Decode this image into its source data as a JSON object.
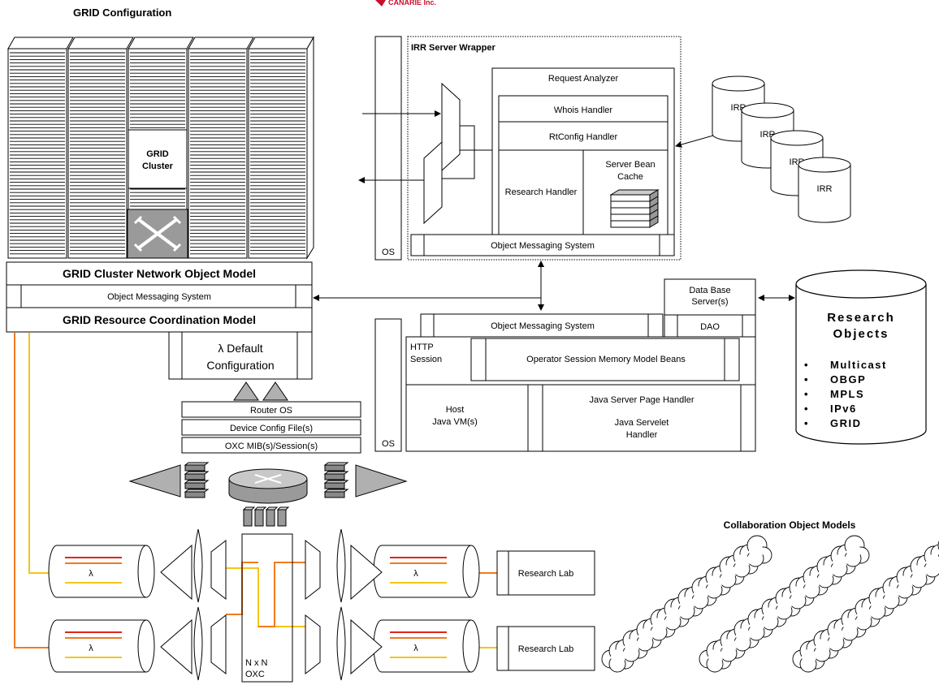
{
  "title": "GRID Configuration",
  "logo_text": "CANARIE Inc.",
  "grid_cluster": {
    "label_line1": "GRID",
    "label_line2": "Cluster",
    "network_object_model": "GRID Cluster Network Object Model",
    "object_messaging": "Object Messaging System",
    "resource_coordination": "GRID Resource Coordination Model",
    "default_config_line1": "λ  Default",
    "default_config_line2": "Configuration"
  },
  "router_stack": {
    "router_os": "Router OS",
    "device_config": "Device Config File(s)",
    "oxc_mib": "OXC MIB(s)/Session(s)"
  },
  "os_label": "OS",
  "irr_wrapper": {
    "title": "IRR Server Wrapper",
    "request_analyzer": "Request Analyzer",
    "whois": "Whois Handler",
    "rtconfig": "RtConfig Handler",
    "research_handler": "Research Handler",
    "server_bean_line1": "Server Bean",
    "server_bean_line2": "Cache",
    "object_messaging": "Object Messaging System"
  },
  "irr_databases": [
    "IRR",
    "IRR",
    "IRR",
    "IRR"
  ],
  "session_server": {
    "object_messaging": "Object Messaging System",
    "http_line1": "HTTP",
    "http_line2": "Session",
    "operator_beans": "Operator Session Memory Model Beans",
    "host_line1": "Host",
    "host_line2": "Java VM(s)",
    "jsp_handler": "Java Server Page Handler",
    "servlet_line1": "Java Servelet",
    "servlet_line2": "Handler"
  },
  "db_server": {
    "line1": "Data Base",
    "line2": "Server(s)",
    "dao": "DAO"
  },
  "research_objects": {
    "title_line1": "Research",
    "title_line2": "Objects",
    "items": [
      "Multicast",
      "OBGP",
      "MPLS",
      "IPv6",
      "GRID"
    ]
  },
  "optical": {
    "lambda": "λ",
    "oxc_line1": "N x N",
    "oxc_line2": "OXC",
    "research_lab": "Research Lab"
  },
  "collaboration": "Collaboration Object Models",
  "colors": {
    "red": "#e0261b",
    "orange": "#f07b20",
    "yellow": "#f5c518"
  }
}
